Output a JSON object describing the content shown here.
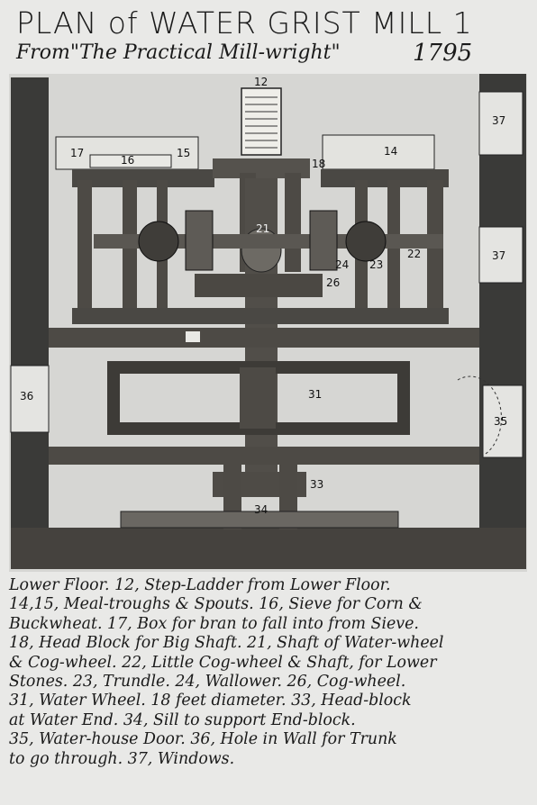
{
  "title": "PLAN of WATER GRIST MILL 1",
  "subtitle": "From\"The Practical Mill-wright\"",
  "year": "1795",
  "labels": {
    "n12": "12",
    "n17": "17",
    "n16": "16",
    "n15": "15",
    "n14": "14",
    "n18": "18",
    "n21": "21",
    "n22": "22",
    "n23": "23",
    "n24": "24",
    "n26": "26",
    "n31": "31",
    "n33": "33",
    "n34": "34",
    "n35": "35",
    "n36": "36",
    "n37a": "37",
    "n37b": "37"
  },
  "caption": [
    "Lower Floor.      12, Step-Ladder from Lower Floor.",
    "14,15, Meal-troughs & Spouts. 16, Sieve for Corn &",
    "Buckwheat. 17, Box for bran to fall into from Sieve.",
    "18, Head Block for Big Shaft. 21, Shaft of Water-wheel",
    "& Cog-wheel. 22, Little Cog-wheel & Shaft, for Lower",
    "Stones. 23, Trundle. 24, Wallower. 26, Cog-wheel.",
    "31, Water Wheel. 18 feet diameter. 33, Head-block",
    "at Water End. 34, Sill to support End-block.",
    "35, Water-house Door. 36, Hole in Wall for Trunk",
    "to go through. 37, Windows."
  ]
}
